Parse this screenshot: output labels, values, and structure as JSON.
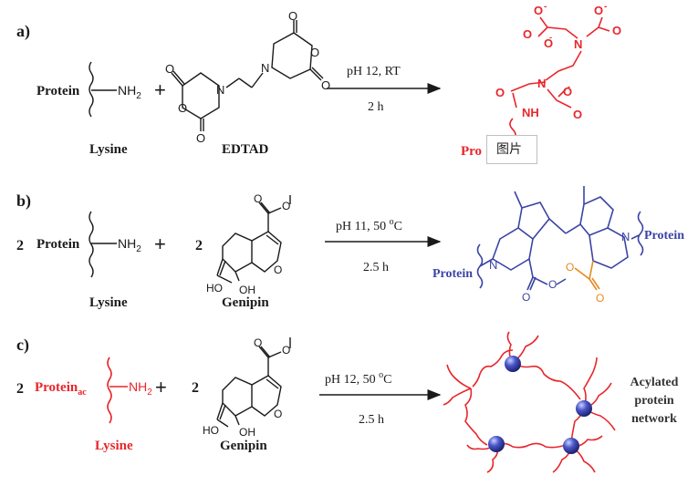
{
  "panels": {
    "a": {
      "label": "a)",
      "reactant_protein": "Protein",
      "amine": "NH",
      "amine_sub": "2",
      "plus": "+",
      "lysine_caption": "Lysine",
      "reagent_caption": "EDTAD",
      "condition_top": "pH 12, RT",
      "condition_bottom": "2 h",
      "product_protein": "Pro",
      "atom_O": "O",
      "atom_N": "N",
      "atom_NH": "NH",
      "atom_Ominus": "O",
      "minus": "-"
    },
    "b": {
      "label": "b)",
      "coef1": "2",
      "reactant_protein": "Protein",
      "amine": "NH",
      "amine_sub": "2",
      "plus": "+",
      "coef2": "2",
      "lysine_caption": "Lysine",
      "reagent_caption": "Genipin",
      "condition_top": "pH 11, 50 ",
      "condition_sup": "o",
      "condition_unit": "C",
      "condition_bottom": "2.5 h",
      "product_protein_left": "Protein",
      "product_protein_right": "Protein",
      "atom_HO": "HO",
      "atom_OH": "OH",
      "atom_O": "O",
      "atom_N": "N"
    },
    "c": {
      "label": "c)",
      "coef1": "2",
      "reactant_protein": "Protein",
      "reactant_sub": "ac",
      "amine": "NH",
      "amine_sub": "2",
      "plus": "+",
      "coef2": "2",
      "lysine_caption": "Lysine",
      "reagent_caption": "Genipin",
      "condition_top": "pH 12, 50 ",
      "condition_sup": "o",
      "condition_unit": "C",
      "condition_bottom": "2.5 h",
      "network_caption": [
        "Acylated",
        "protein",
        "network"
      ],
      "atom_HO": "HO",
      "atom_OH": "OH",
      "atom_O": "O"
    }
  },
  "tooltip": {
    "label": "图片"
  },
  "colors": {
    "black": "#1a1a1a",
    "red": "#e8262b",
    "blue": "#3b44a6",
    "orange": "#e58a1f",
    "sphere": "#3d48b8"
  }
}
